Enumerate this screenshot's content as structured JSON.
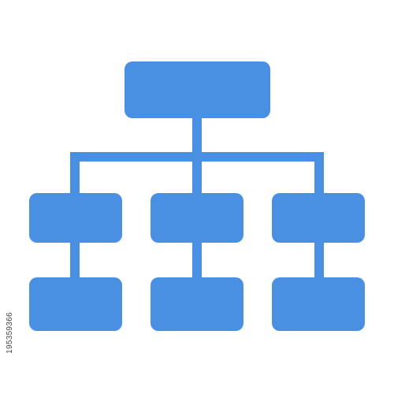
{
  "image": {
    "icon": "org-chart-icon",
    "icon_color": "#4a90e2",
    "background": "#ffffff",
    "structure": {
      "levels": 3,
      "root_nodes": 1,
      "level_2_nodes": 3,
      "level_3_nodes_per_parent": 1
    }
  },
  "watermark": {
    "stock_id": "195359366",
    "color": "#444444"
  }
}
